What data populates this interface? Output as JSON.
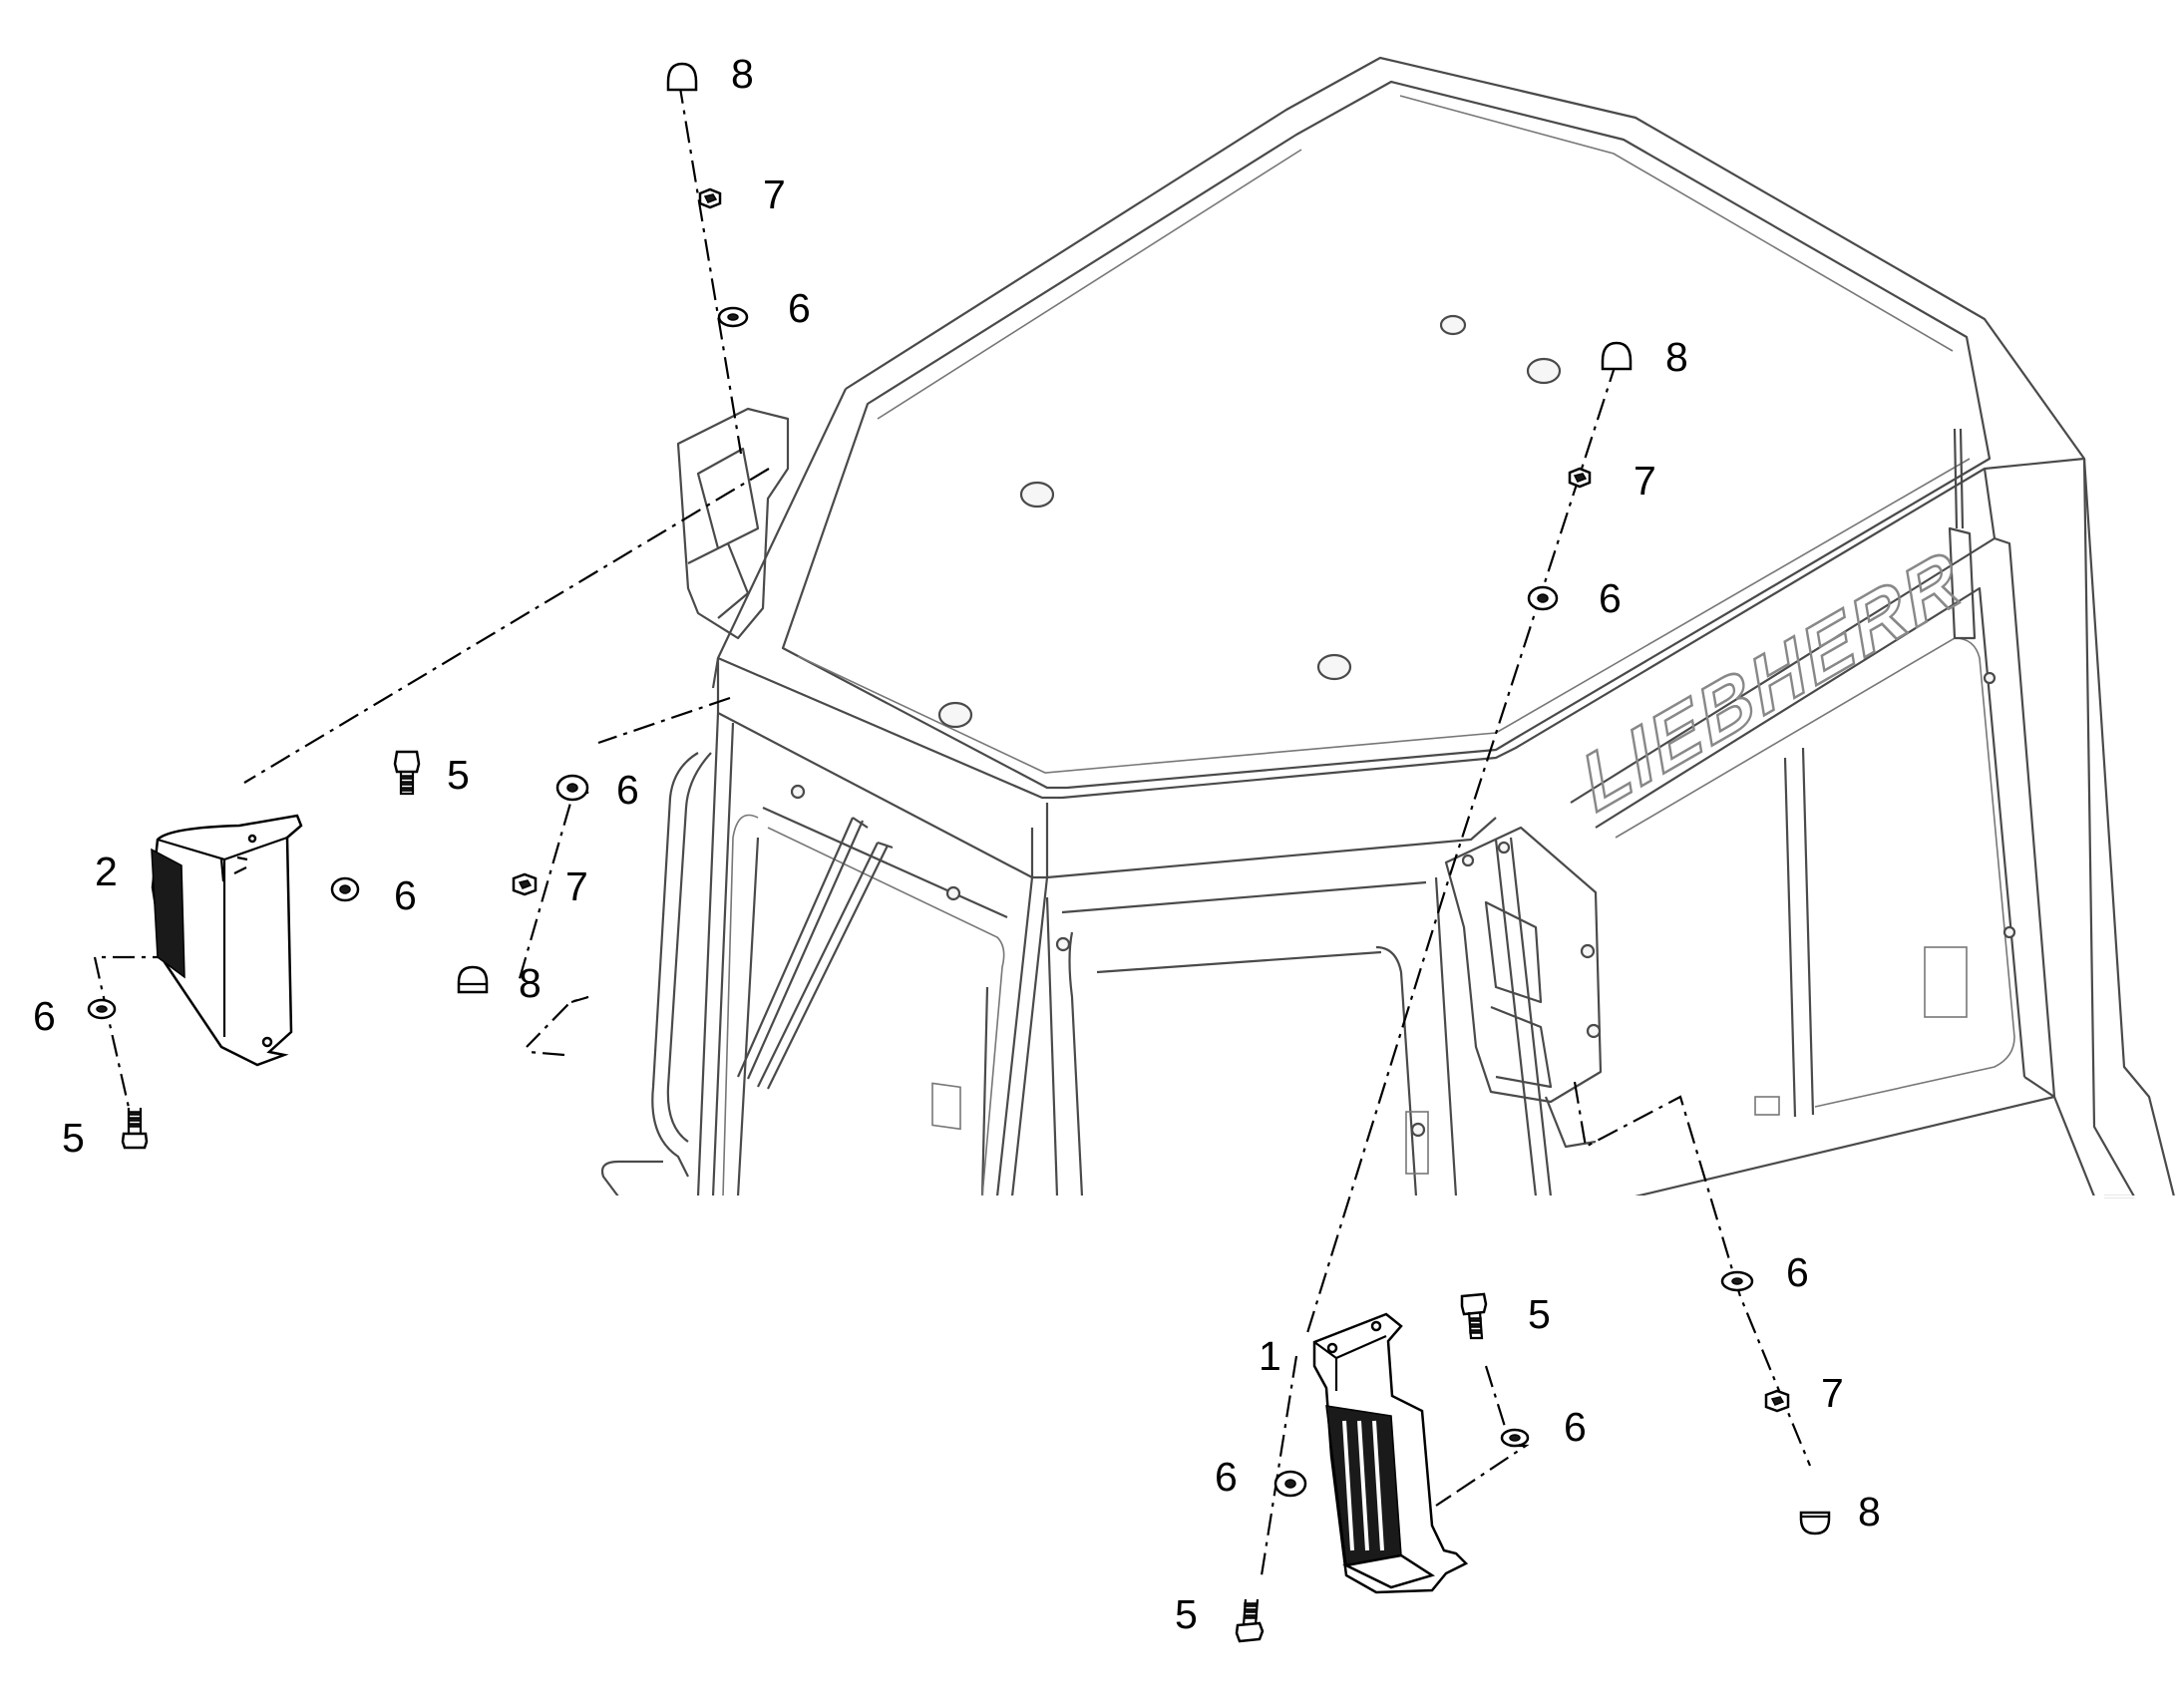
{
  "brand_text": "LIEBHERR",
  "callouts": {
    "top_8": "8",
    "top_7": "7",
    "top_6": "6",
    "rt_8": "8",
    "rt_7": "7",
    "rt_6": "6",
    "left_2": "2",
    "left_5": "5",
    "left_6a": "6",
    "left_6b": "6",
    "left_5b": "5",
    "mid_6": "6",
    "mid_7": "7",
    "mid_8": "8",
    "bot_1": "1",
    "bot_5": "5",
    "bot_6": "6",
    "bot_6b": "6",
    "bot_5b": "5",
    "br_6": "6",
    "br_7": "7",
    "br_8": "8"
  },
  "colors": {
    "cab_outline": "#4a4a4a",
    "part_outline": "#000000",
    "background": "#ffffff"
  }
}
